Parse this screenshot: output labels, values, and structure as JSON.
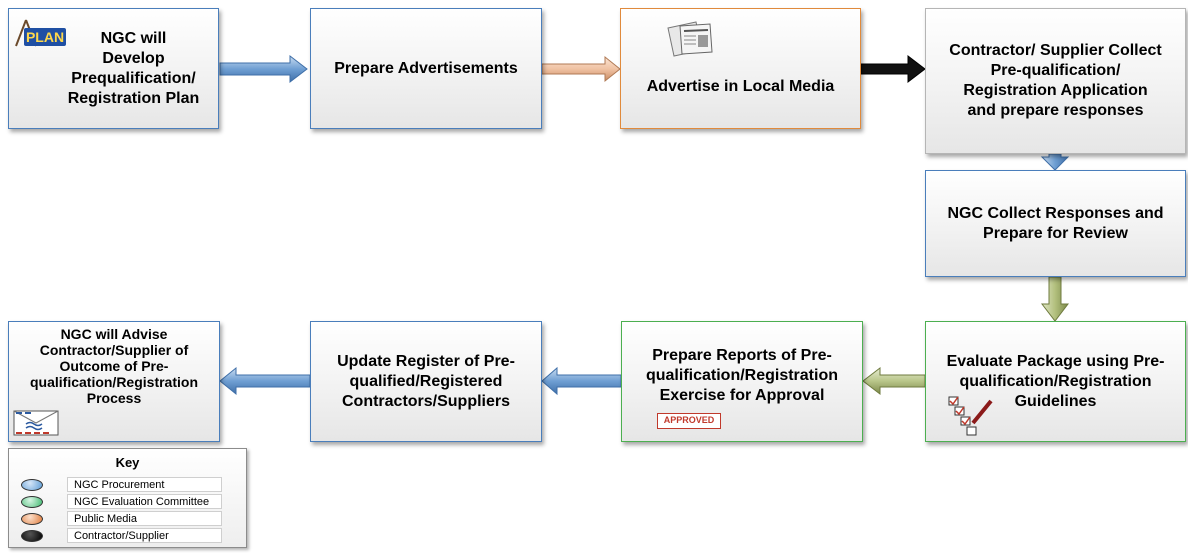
{
  "boxes": {
    "develop_plan": "NGC will\nDevelop\nPrequalification/\nRegistration Plan",
    "prepare_ads": "Prepare Advertisements",
    "advertise": "Advertise in Local Media",
    "contractor_collect": "Contractor/ Supplier Collect\nPre-qualification/\nRegistration   Application\nand prepare responses",
    "collect_responses": "NGC Collect Responses and\nPrepare for Review",
    "evaluate": "Evaluate Package using Pre-\nqualification/Registration\nGuidelines",
    "prepare_reports": "Prepare Reports of Pre-\nqualification/Registration\nExercise for Approval",
    "update_register": "Update Register of Pre-\nqualified/Registered\nContractors/Suppliers",
    "advise": "NGC will Advise\nContractor/Supplier of\nOutcome of  Pre-\nqualification/Registration\nProcess"
  },
  "icons": {
    "plan_text": "PLAN",
    "approved_text": "APPROVED"
  },
  "key": {
    "title": "Key",
    "items": [
      {
        "label": "NGC Procurement",
        "color": "#5b9bd5"
      },
      {
        "label": "NGC Evaluation Committee",
        "color": "#5fd38d"
      },
      {
        "label": "Public Media",
        "color": "#e8965a"
      },
      {
        "label": "Contractor/Supplier",
        "color": "#111111"
      }
    ]
  }
}
